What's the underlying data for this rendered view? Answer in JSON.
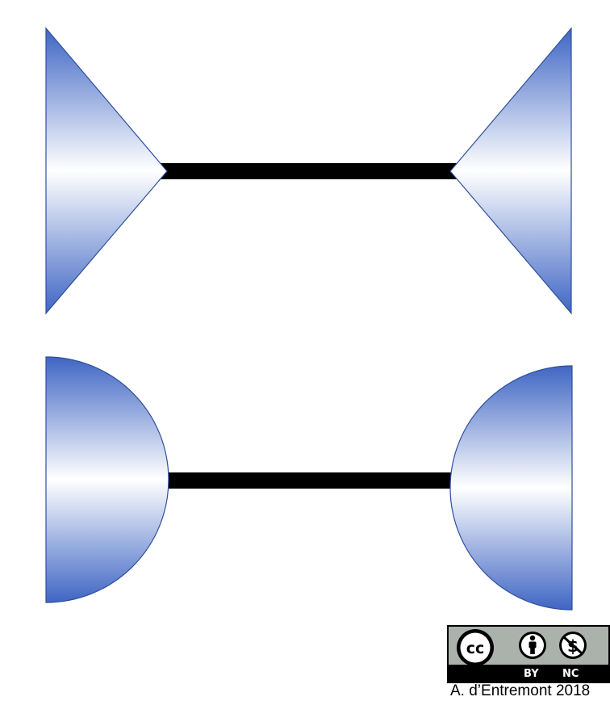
{
  "shapes": {
    "top_connector": {
      "shape": "triangle",
      "gradient": [
        "#4169c8",
        "#ffffff",
        "#4169c8"
      ],
      "bar_color": "#000000"
    },
    "bottom_connector": {
      "shape": "semicircle",
      "gradient": [
        "#4169c8",
        "#ffffff",
        "#4169c8"
      ],
      "bar_color": "#000000"
    }
  },
  "license": {
    "cc": "cc",
    "by": "BY",
    "nc": "NC",
    "icons": [
      "cc-logo-icon",
      "attribution-person-icon",
      "noncommercial-dollar-icon"
    ]
  },
  "credit": "A. d’Entremont 2018"
}
